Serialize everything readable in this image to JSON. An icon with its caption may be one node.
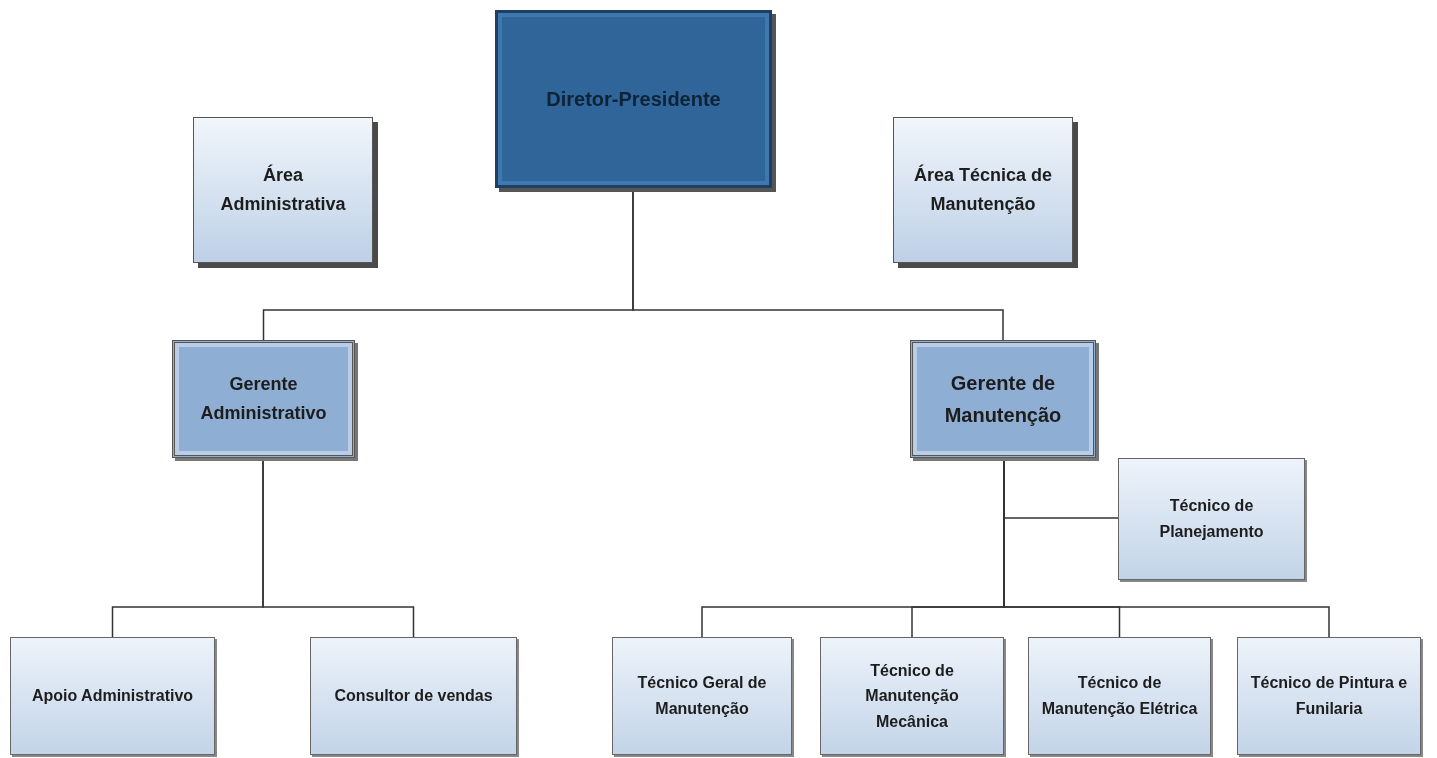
{
  "diagram": {
    "nodes": [
      {
        "text": [
          "Diretor-Presidente"
        ]
      },
      {
        "text": [
          "Área Administrativa"
        ]
      },
      {
        "text": [
          "Área Técnica de Manutenção"
        ]
      },
      {
        "text": [
          "Gerente Administrativo"
        ]
      },
      {
        "text": [
          "Gerente de Manutenção"
        ]
      },
      {
        "text": [
          "Técnico de Planejamento"
        ]
      },
      {
        "text": [
          "Apoio Administrativo"
        ]
      },
      {
        "text": [
          "Consultor de vendas"
        ]
      },
      {
        "text": [
          "Técnico Geral de Manutenção"
        ]
      },
      {
        "text": [
          "Técnico de Manutenção Mecânica"
        ]
      },
      {
        "text": [
          "Técnico de Manutenção Elétrica"
        ]
      },
      {
        "text": [
          "Técnico de Pintura e Funilaria"
        ]
      }
    ],
    "edges": [
      {
        "from": 0,
        "to": 3,
        "arrow": "none"
      },
      {
        "from": 0,
        "to": 4,
        "arrow": "none"
      },
      {
        "from": 3,
        "to": 6,
        "arrow": "none"
      },
      {
        "from": 3,
        "to": 7,
        "arrow": "none"
      },
      {
        "from": 4,
        "to": 5,
        "arrow": "none"
      },
      {
        "from": 4,
        "to": 8,
        "arrow": "none"
      },
      {
        "from": 4,
        "to": 9,
        "arrow": "none"
      },
      {
        "from": 4,
        "to": 10,
        "arrow": "none"
      },
      {
        "from": 4,
        "to": 11,
        "arrow": "none"
      }
    ]
  }
}
